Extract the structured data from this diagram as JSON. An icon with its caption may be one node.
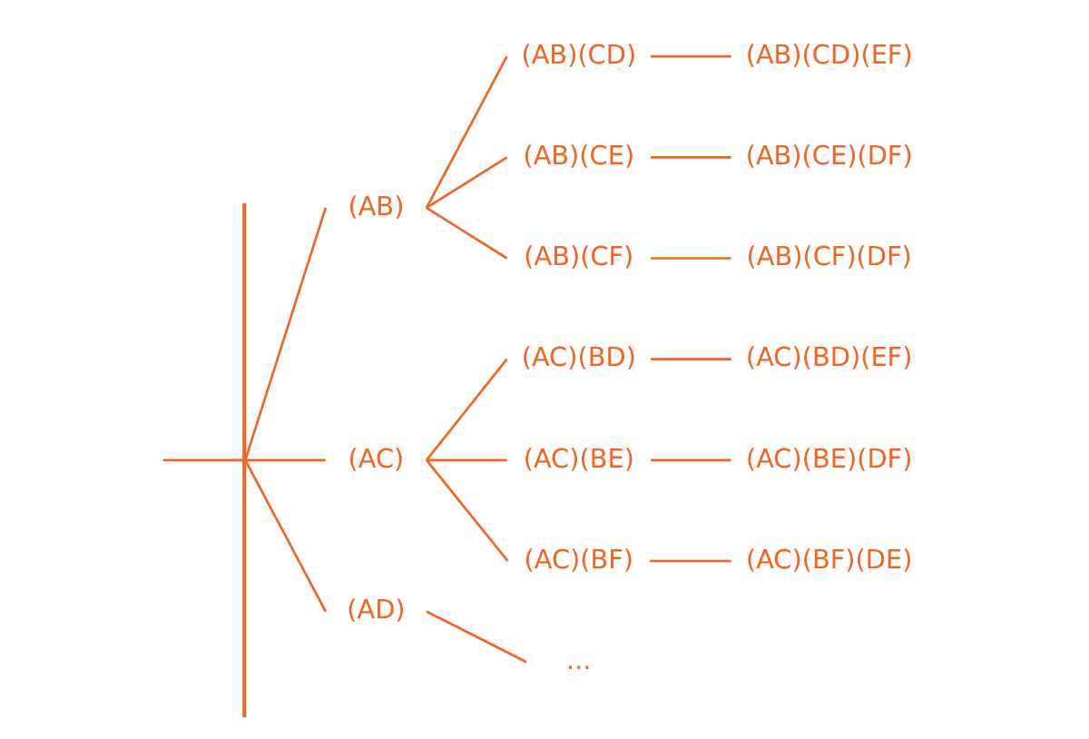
{
  "diagram": {
    "nodes": [
      {
        "text": [],
        "shape": "bar"
      },
      {
        "text": [
          "(AB)"
        ]
      },
      {
        "text": [
          "(AB)(CD)"
        ]
      },
      {
        "text": [
          "(AB)(CD)(EF)"
        ]
      },
      {
        "text": [
          "(AB)(CE)"
        ]
      },
      {
        "text": [
          "(AB)(CE)(DF)"
        ]
      },
      {
        "text": [
          "(AB)(CF)"
        ]
      },
      {
        "text": [
          "(AB)(CF)(DF)"
        ]
      },
      {
        "text": [
          "(AC)"
        ]
      },
      {
        "text": [
          "(AC)(BD)"
        ]
      },
      {
        "text": [
          "(AC)(BD)(EF)"
        ]
      },
      {
        "text": [
          "(AC)(BE)"
        ]
      },
      {
        "text": [
          "(AC)(BE)(DF)"
        ]
      },
      {
        "text": [
          "(AC)(BF)"
        ]
      },
      {
        "text": [
          "(AC)(BF)(DE)"
        ]
      },
      {
        "text": [
          "(AD)"
        ]
      },
      {
        "text": [
          "..."
        ]
      }
    ],
    "edges": [
      {
        "from": null,
        "to": 0,
        "arrow": "none"
      },
      {
        "from": 0,
        "to": 1,
        "arrow": "none"
      },
      {
        "from": 1,
        "to": 2,
        "arrow": "none"
      },
      {
        "from": 2,
        "to": 3,
        "arrow": "none"
      },
      {
        "from": 1,
        "to": 4,
        "arrow": "none"
      },
      {
        "from": 4,
        "to": 5,
        "arrow": "none"
      },
      {
        "from": 1,
        "to": 6,
        "arrow": "none"
      },
      {
        "from": 6,
        "to": 7,
        "arrow": "none"
      },
      {
        "from": 0,
        "to": 8,
        "arrow": "none"
      },
      {
        "from": 8,
        "to": 9,
        "arrow": "none"
      },
      {
        "from": 9,
        "to": 10,
        "arrow": "none"
      },
      {
        "from": 8,
        "to": 11,
        "arrow": "none"
      },
      {
        "from": 11,
        "to": 12,
        "arrow": "none"
      },
      {
        "from": 8,
        "to": 13,
        "arrow": "none"
      },
      {
        "from": 13,
        "to": 14,
        "arrow": "none"
      },
      {
        "from": 0,
        "to": 15,
        "arrow": "none"
      },
      {
        "from": 15,
        "to": 16,
        "arrow": "none"
      }
    ]
  }
}
